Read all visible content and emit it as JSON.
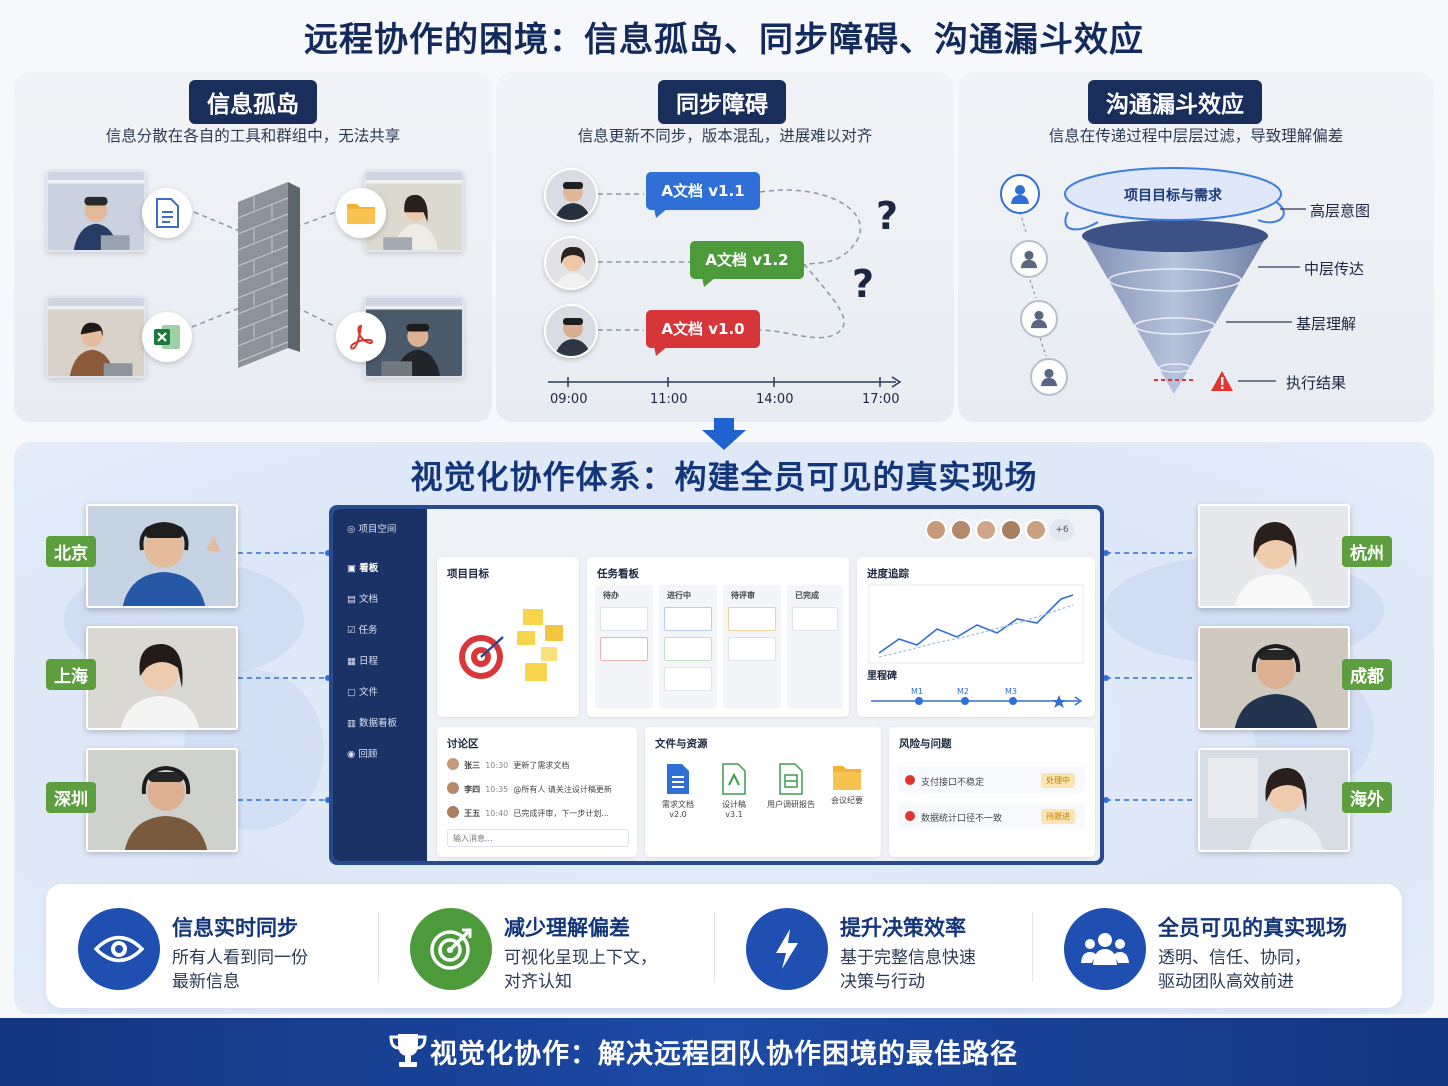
{
  "title": "远程协作的困境：信息孤岛、同步障碍、沟通漏斗效应",
  "panels": {
    "silo": {
      "tag": "信息孤岛",
      "subtitle": "信息分散在各自的工具和群组中，无法共享"
    },
    "sync": {
      "tag": "同步障碍",
      "subtitle": "信息更新不同步，版本混乱，进展难以对齐",
      "versions": [
        "A文档 v1.1",
        "A文档 v1.2",
        "A文档 v1.0"
      ],
      "times": [
        "09:00",
        "11:00",
        "14:00",
        "17:00"
      ],
      "question_mark": "?"
    },
    "funnel": {
      "tag": "沟通漏斗效应",
      "subtitle": "信息在传递过程中层层过滤，导致理解偏差",
      "top_label": "项目目标与需求",
      "levels": [
        "高层意图",
        "中层传达",
        "基层理解",
        "执行结果"
      ]
    }
  },
  "subtitle": "视觉化协作体系：构建全员可见的真实现场",
  "cities_left": [
    "北京",
    "上海",
    "深圳"
  ],
  "cities_right": [
    "杭州",
    "成都",
    "海外"
  ],
  "dashboard": {
    "workspace": "项目空间",
    "nav": [
      "看板",
      "文档",
      "任务",
      "日程",
      "文件",
      "数据看板",
      "回顾"
    ],
    "extra_members": "+6",
    "goal_card": {
      "title": "项目目标"
    },
    "kanban": {
      "title": "任务看板",
      "columns": [
        "待办",
        "进行中",
        "待评审",
        "已完成"
      ]
    },
    "progress": {
      "title": "进度追踪",
      "milestone_title": "里程碑",
      "milestones": [
        "M1",
        "M2",
        "M3"
      ]
    },
    "discussion": {
      "title": "讨论区",
      "messages": [
        {
          "name": "张三",
          "time": "10:30",
          "text": "更新了需求文档"
        },
        {
          "name": "李四",
          "time": "10:35",
          "text": "@所有人 请关注设计稿更新"
        },
        {
          "name": "王五",
          "time": "10:40",
          "text": "已完成评审，下一步计划..."
        }
      ],
      "input_placeholder": "输入消息..."
    },
    "files": {
      "title": "文件与资源",
      "items": [
        {
          "name": "需求文档",
          "version": "v2.0",
          "color": "#2f6fd6"
        },
        {
          "name": "设计稿",
          "version": "v3.1",
          "color": "#3d9b4e"
        },
        {
          "name": "用户调研报告",
          "version": "",
          "color": "#3d9b4e"
        },
        {
          "name": "会议纪要",
          "version": "",
          "color": "#f0a830"
        }
      ]
    },
    "risks": {
      "title": "风险与问题",
      "items": [
        {
          "text": "支付接口不稳定",
          "status": "处理中"
        },
        {
          "text": "数据统计口径不一致",
          "status": "待跟进"
        }
      ]
    }
  },
  "benefits": [
    {
      "icon": "eye-icon",
      "color": "#1f4fb0",
      "title": "信息实时同步",
      "lines": [
        "所有人看到同一份",
        "最新信息"
      ]
    },
    {
      "icon": "target-icon",
      "color": "#4d9a3b",
      "title": "减少理解偏差",
      "lines": [
        "可视化呈现上下文，",
        "对齐认知"
      ]
    },
    {
      "icon": "lightning-icon",
      "color": "#1f4fb0",
      "title": "提升决策效率",
      "lines": [
        "基于完整信息快速",
        "决策与行动"
      ]
    },
    {
      "icon": "team-icon",
      "color": "#1f4fb0",
      "title": "全员可见的真实现场",
      "lines": [
        "透明、信任、协同，",
        "驱动团队高效前进"
      ]
    }
  ],
  "footer": "视觉化协作：解决远程团队协作困境的最佳路径"
}
